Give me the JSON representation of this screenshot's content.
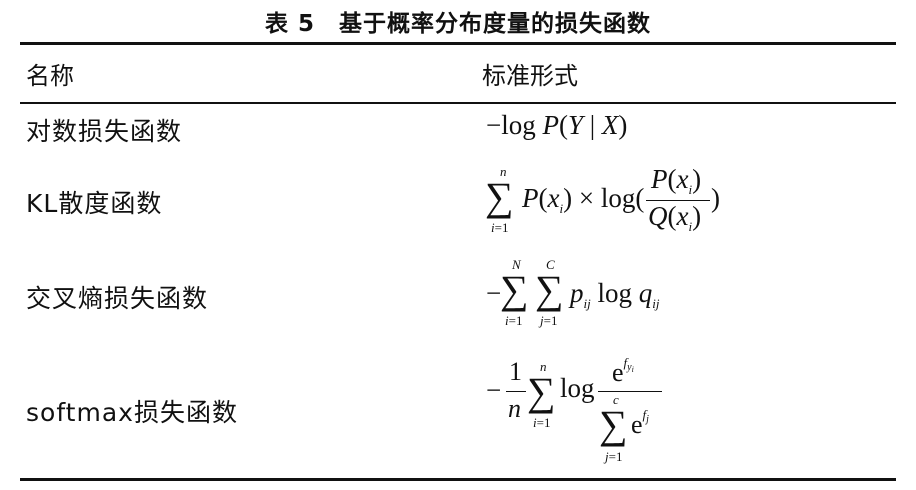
{
  "caption": {
    "label": "表 5",
    "title": "基于概率分布度量的损失函数"
  },
  "headers": {
    "name": "名称",
    "form": "标准形式"
  },
  "rows": [
    {
      "name": "对数损失函数"
    },
    {
      "name": "KL散度函数"
    },
    {
      "name": "交叉熵损失函数"
    },
    {
      "name": "softmax损失函数"
    }
  ]
}
